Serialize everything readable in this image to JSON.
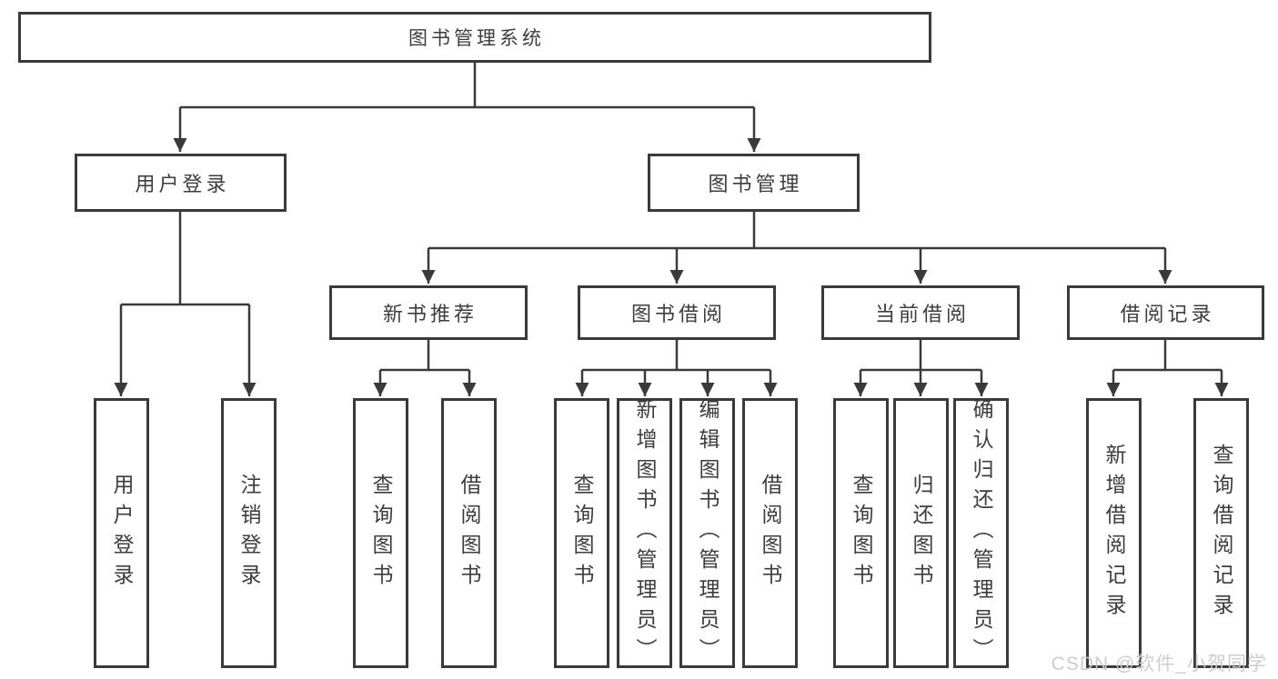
{
  "tree": {
    "label": "图书管理系统",
    "children": [
      {
        "label": "用户登录",
        "children": [
          {
            "label": "用户登录"
          },
          {
            "label": "注销登录"
          }
        ]
      },
      {
        "label": "图书管理",
        "children": [
          {
            "label": "新书推荐",
            "children": [
              {
                "label": "查询图书"
              },
              {
                "label": "借阅图书"
              }
            ]
          },
          {
            "label": "图书借阅",
            "children": [
              {
                "label": "查询图书"
              },
              {
                "label": "新增图书（管理员）"
              },
              {
                "label": "编辑图书（管理员）"
              },
              {
                "label": "借阅图书"
              }
            ]
          },
          {
            "label": "当前借阅",
            "children": [
              {
                "label": "查询图书"
              },
              {
                "label": "归还图书"
              },
              {
                "label": "确认归还（管理员）"
              }
            ]
          },
          {
            "label": "借阅记录",
            "children": [
              {
                "label": "新增借阅记录"
              },
              {
                "label": "查询借阅记录"
              }
            ]
          }
        ]
      }
    ]
  },
  "watermark": {
    "text": "CSDN @软件_小贺同学"
  },
  "colors": {
    "line": "#3a3a3a",
    "text": "#3d3d3d",
    "background": "#ffffff",
    "watermark": "#cacaca"
  }
}
